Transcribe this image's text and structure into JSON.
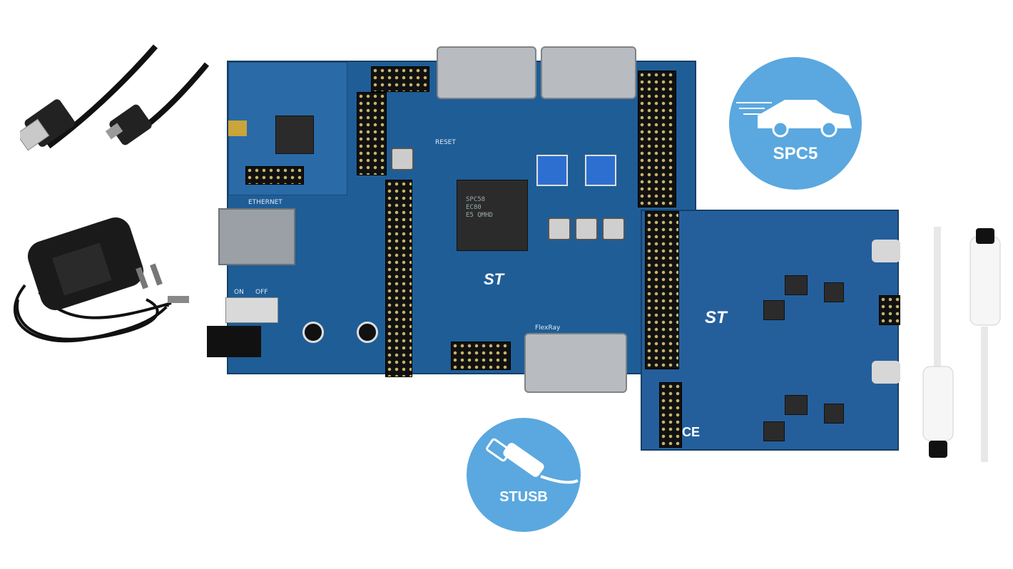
{
  "badges": {
    "spc5": "SPC5",
    "stusb": "STUSB"
  },
  "board_markings": {
    "main_logo": "ST",
    "expansion_logo": "ST",
    "ethernet": "ETHERNET",
    "switch_on": "ON",
    "switch_off": "OFF",
    "flexray": "FlexRay",
    "reset": "RESET"
  },
  "colors": {
    "pcb_blue": "#1f5d96",
    "badge_blue": "#5aa8df",
    "background": "#ffffff"
  },
  "icons": [
    "usb-a-to-mini-cable",
    "power-adapter",
    "usb-c-cable",
    "car-icon",
    "usb-plug-icon"
  ]
}
